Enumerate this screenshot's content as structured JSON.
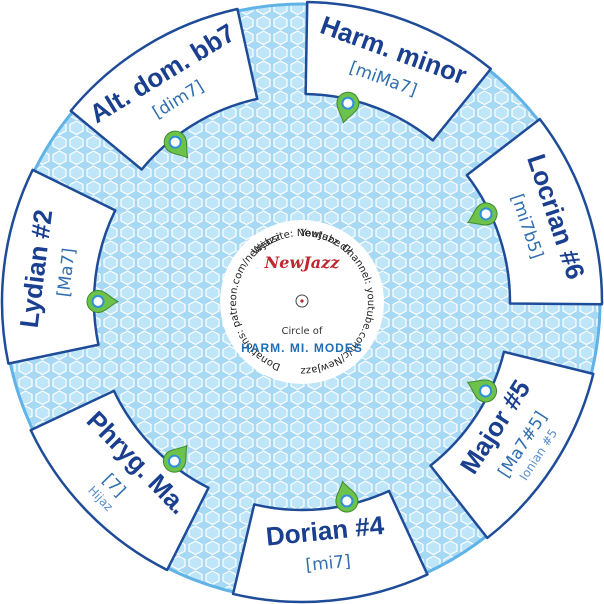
{
  "wheel": {
    "center": {
      "logo": "NewJazz",
      "circle_of": "Circle of",
      "title": "HARM. MI. MODES",
      "ring_top": "Website: NewJazz.dk",
      "ring_right": "Youtube Channel: youtube.com/c/NewJazz",
      "ring_left": "Donations: patreon.com/newjazz"
    },
    "modes": [
      {
        "name": "Harm. minor",
        "chord": "[miMa7]",
        "alt": ""
      },
      {
        "name": "Locrian #6",
        "chord": "[mi7b5]",
        "alt": ""
      },
      {
        "name": "Major #5",
        "chord": "[Ma7#5]",
        "alt": "Ionian #5"
      },
      {
        "name": "Dorian #4",
        "chord": "[mi7]",
        "alt": ""
      },
      {
        "name": "Phryg. Ma.",
        "chord": "[7]",
        "alt": "Hijaz"
      },
      {
        "name": "Lydian #2",
        "chord": "[Ma7]",
        "alt": ""
      },
      {
        "name": "Alt. dom. bb7",
        "chord": "[dim7]",
        "alt": ""
      }
    ],
    "colors": {
      "disc": "#a7d9f5",
      "disc_edge": "#5fb3e6",
      "card_border": "#1f4c99",
      "pin_green": "#6cc24a",
      "pin_blue": "#2f8fd8"
    }
  }
}
